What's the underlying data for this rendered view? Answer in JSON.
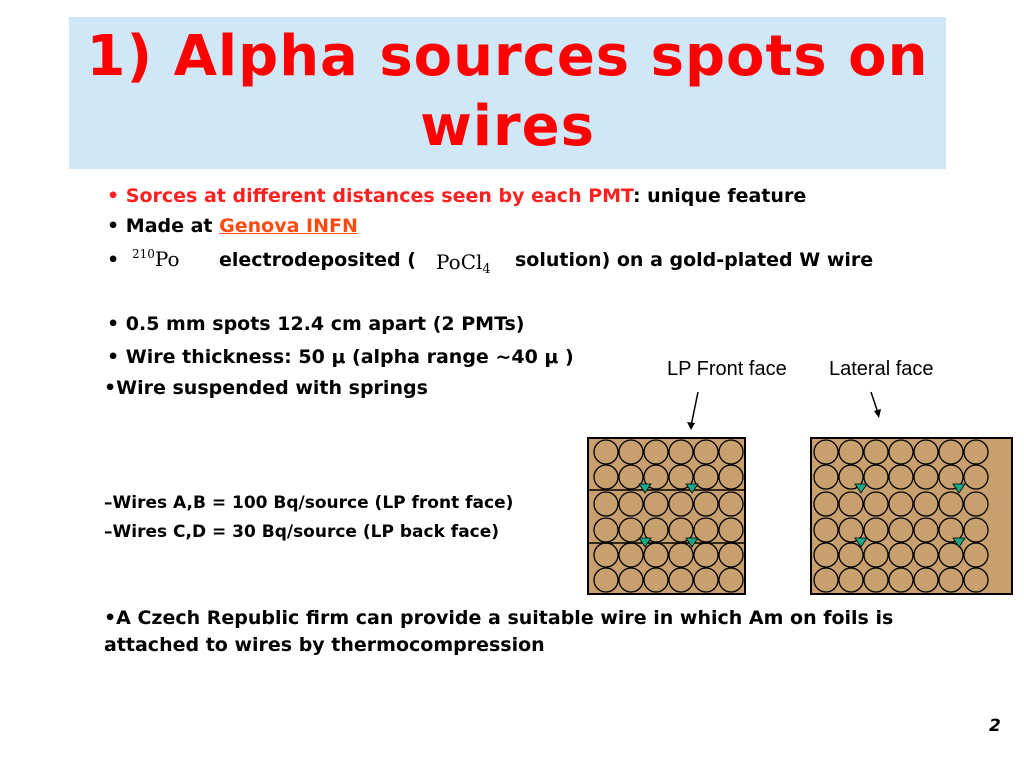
{
  "title": "1) Alpha sources spots on wires",
  "bullets": {
    "b1_red": "Sorces at different distances seen by each PMT",
    "b1_black": ": unique feature",
    "b2_prefix": "Made at ",
    "b2_link": "Genova INFN",
    "b3_iso_mass": "210",
    "b3_iso_sym": "Po",
    "b3_mid": "electrodeposited (",
    "b3_chem": "PoCl",
    "b3_chem_sub": "4",
    "b3_end": "solution) on a gold-plated W wire",
    "b4": "0.5 mm spots 12.4 cm apart (2 PMTs)",
    "b5": "Wire thickness: 50 μ (alpha range ~40 μ )",
    "b6": "Wire suspended with springs",
    "bullet_glyph": "•"
  },
  "sub_items": {
    "a": "–Wires A,B = 100 Bq/source (LP front face)",
    "b": "–Wires C,D = 30 Bq/source  (LP back face)"
  },
  "figure": {
    "label_front": "LP Front face",
    "label_lateral": "Lateral face",
    "box_color": "#c8a06e",
    "marker_color": "#1aa886"
  },
  "paragraph": "•A Czech Republic firm can provide a suitable wire in which Am on foils is attached to wires by thermocompression",
  "page_number": "2"
}
